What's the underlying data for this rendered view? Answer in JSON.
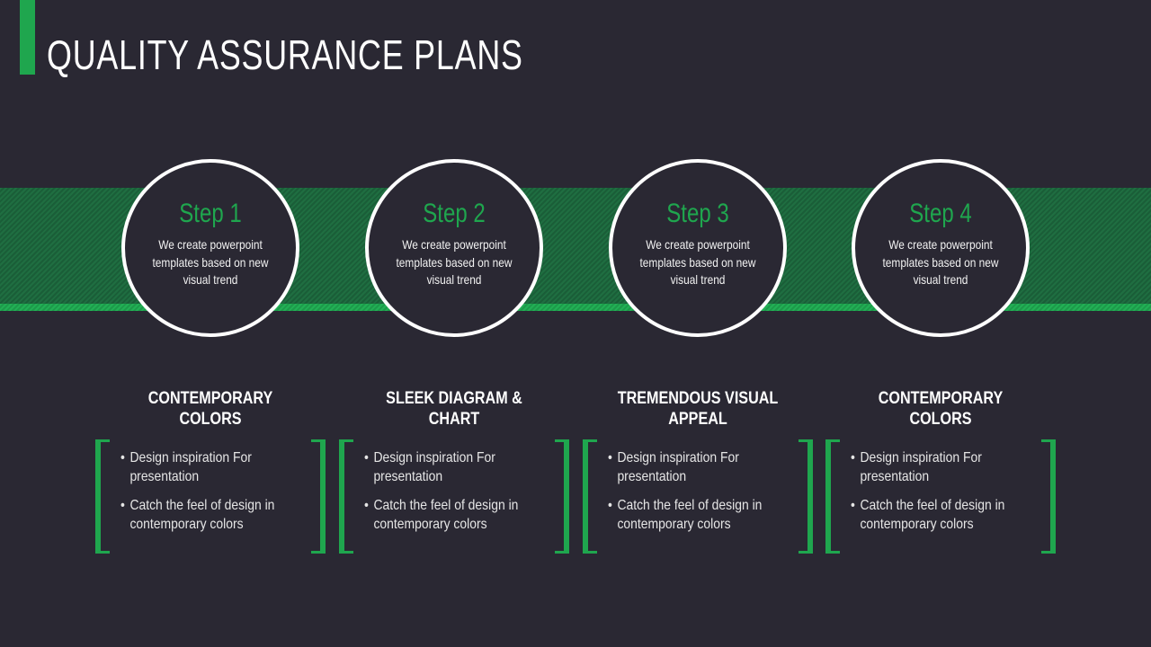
{
  "title": "QUALITY ASSURANCE PLANS",
  "colors": {
    "accent": "#1fa64e",
    "background": "#2a2833"
  },
  "steps": [
    {
      "label": "Step 1",
      "desc": "We create powerpoint templates based on new visual trend",
      "heading": "CONTEMPORARY COLORS",
      "bullets": [
        "Design inspiration For presentation",
        "Catch the feel of design in contemporary colors"
      ]
    },
    {
      "label": "Step 2",
      "desc": "We create powerpoint templates based on new visual trend",
      "heading": "SLEEK DIAGRAM & CHART",
      "bullets": [
        "Design inspiration For presentation",
        "Catch the feel of design in contemporary colors"
      ]
    },
    {
      "label": "Step 3",
      "desc": "We create powerpoint templates based on new visual trend",
      "heading": "TREMENDOUS VISUAL APPEAL",
      "bullets": [
        "Design inspiration For presentation",
        "Catch the feel of design in contemporary colors"
      ]
    },
    {
      "label": "Step 4",
      "desc": "We create powerpoint templates based on new visual trend",
      "heading": "CONTEMPORARY COLORS",
      "bullets": [
        "Design inspiration For presentation",
        "Catch the feel of design in contemporary colors"
      ]
    }
  ]
}
